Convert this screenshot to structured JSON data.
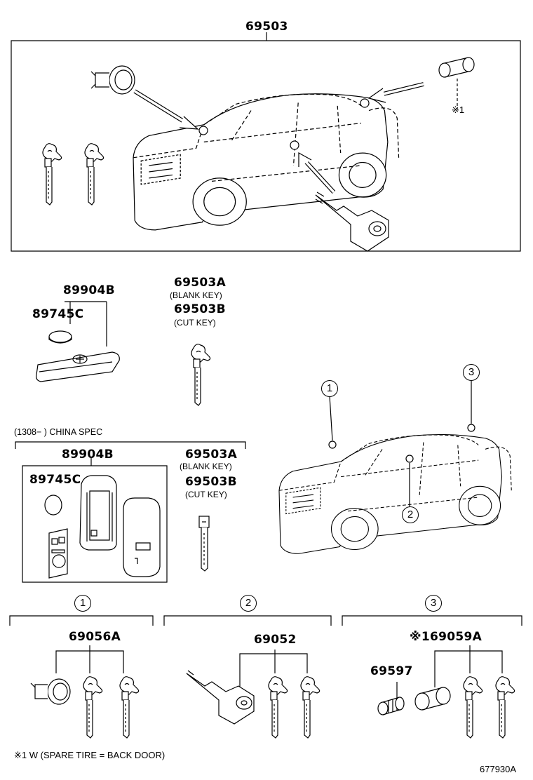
{
  "top_kit": {
    "part_number": "69503",
    "note_ref": "※1"
  },
  "key_set_a": {
    "remote": "89904B",
    "battery": "89745C",
    "key_blank": "69503A",
    "key_blank_note": "(BLANK KEY)",
    "key_cut": "69503B",
    "key_cut_note": "(CUT KEY)"
  },
  "china_spec": {
    "heading": "(1308−      ) CHINA SPEC",
    "remote": "89904B",
    "battery": "89745C",
    "key_blank": "69503A",
    "key_blank_note": "(BLANK KEY)",
    "key_cut": "69503B",
    "key_cut_note": "(CUT KEY)"
  },
  "vehicle_locations": [
    "1",
    "2",
    "3"
  ],
  "groups": [
    {
      "index": "1",
      "parts": [
        "69056A"
      ]
    },
    {
      "index": "2",
      "parts": [
        "69052"
      ]
    },
    {
      "index": "3",
      "parts": [
        "※169059A",
        "69597"
      ]
    }
  ],
  "footnote": "※1 W (SPARE TIRE =  BACK DOOR)",
  "diagram_id": "677930A"
}
